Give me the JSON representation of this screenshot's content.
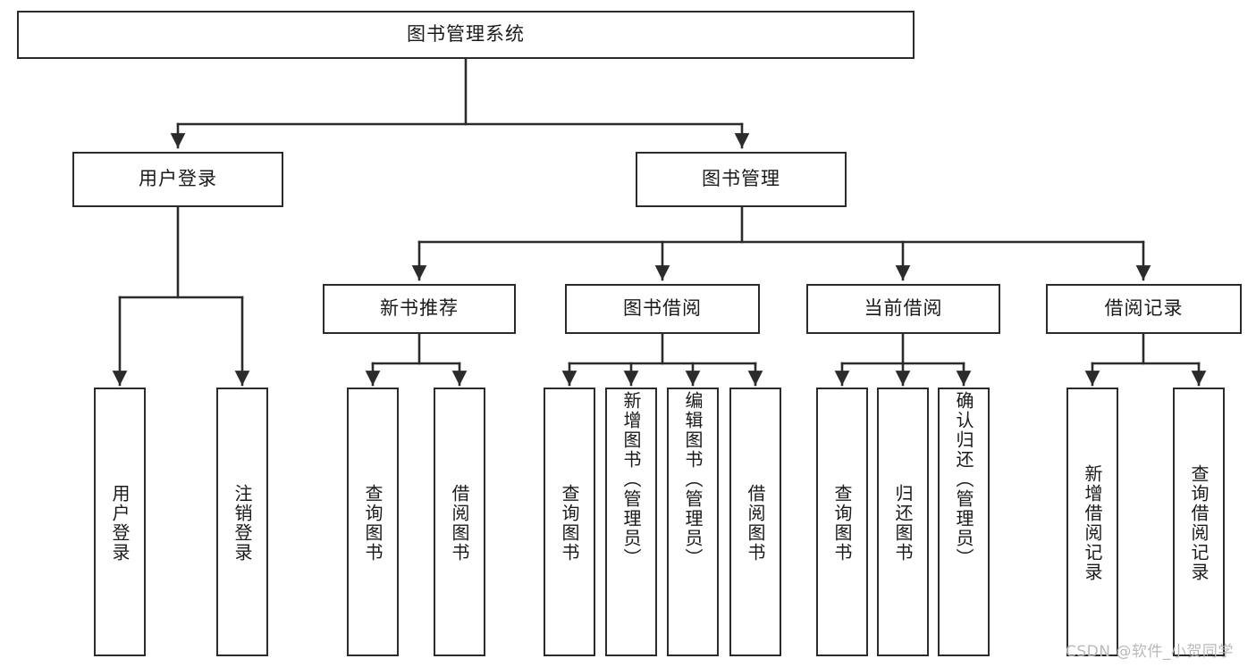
{
  "diagram": {
    "title": "图书管理系统",
    "type": "tree",
    "orientation": "top-down",
    "style": {
      "background": "#ffffff",
      "border_color": "#2b2b2b",
      "text_color": "#1a1a1a",
      "watermark_color": "#b9b9b9"
    },
    "root": {
      "id": "root",
      "label": "图书管理系统"
    },
    "level1": [
      {
        "id": "user-login",
        "label": "用户登录"
      },
      {
        "id": "book-manage",
        "label": "图书管理"
      }
    ],
    "level2": [
      {
        "id": "new-book-rec",
        "label": "新书推荐",
        "parent": "book-manage"
      },
      {
        "id": "book-borrow",
        "label": "图书借阅",
        "parent": "book-manage"
      },
      {
        "id": "current-borrow",
        "label": "当前借阅",
        "parent": "book-manage"
      },
      {
        "id": "borrow-record",
        "label": "借阅记录",
        "parent": "book-manage"
      }
    ],
    "leaves": [
      {
        "id": "leaf-user-login",
        "label": "用户登录",
        "parent": "user-login"
      },
      {
        "id": "leaf-logout",
        "label": "注销登录",
        "parent": "user-login"
      },
      {
        "id": "leaf-query-book-1",
        "label": "查询图书",
        "parent": "new-book-rec"
      },
      {
        "id": "leaf-borrow-book-1",
        "label": "借阅图书",
        "parent": "new-book-rec"
      },
      {
        "id": "leaf-query-book-2",
        "label": "查询图书",
        "parent": "book-borrow"
      },
      {
        "id": "leaf-add-book",
        "label": "新增图书（管理员）",
        "parent": "book-borrow"
      },
      {
        "id": "leaf-edit-book",
        "label": "编辑图书（管理员）",
        "parent": "book-borrow"
      },
      {
        "id": "leaf-borrow-book-2",
        "label": "借阅图书",
        "parent": "book-borrow"
      },
      {
        "id": "leaf-query-book-3",
        "label": "查询图书",
        "parent": "current-borrow"
      },
      {
        "id": "leaf-return-book",
        "label": "归还图书",
        "parent": "current-borrow"
      },
      {
        "id": "leaf-confirm-return",
        "label": "确认归还（管理员）",
        "parent": "current-borrow"
      },
      {
        "id": "leaf-add-record",
        "label": "新增借阅记录",
        "parent": "borrow-record"
      },
      {
        "id": "leaf-query-record",
        "label": "查询借阅记录",
        "parent": "borrow-record"
      }
    ],
    "watermark": "CSDN @软件_小贺同学"
  }
}
